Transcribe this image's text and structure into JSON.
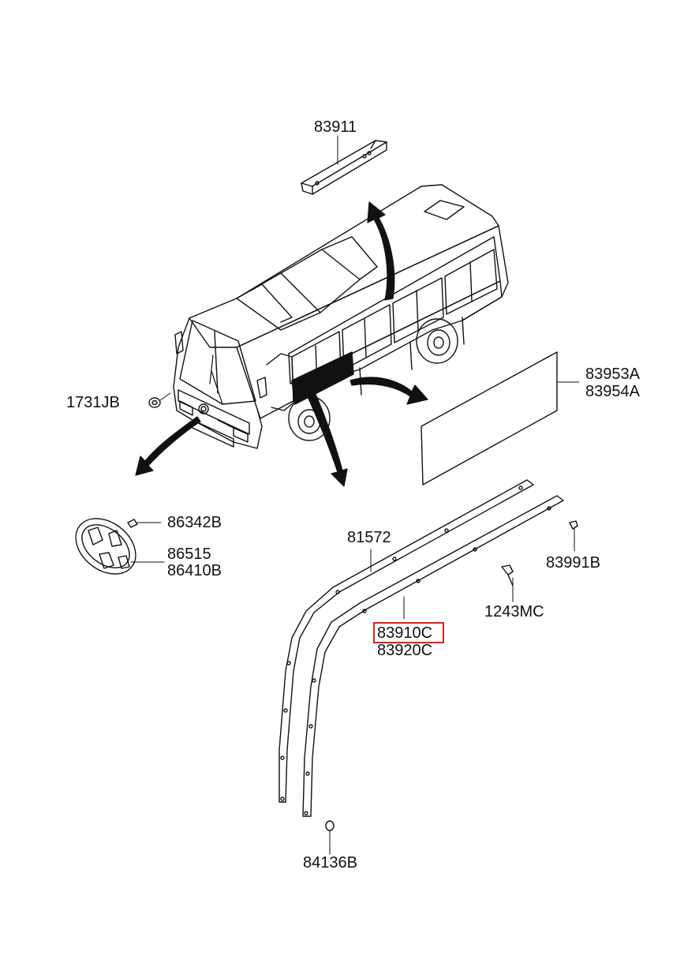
{
  "parts": {
    "roof_rail": "83911",
    "side_glass_upper": "83953A",
    "side_glass_lower": "83954A",
    "grommet": "1731JB",
    "emblem_screw": "86342B",
    "emblem_a": "86515",
    "emblem_b": "86410B",
    "molding_front": "81572",
    "retainer_clip": "83991B",
    "screw": "1243MC",
    "molding_left": "83910C",
    "molding_right": "83920C",
    "bottom_clip": "84136B"
  },
  "highlight": {
    "part": "83910C",
    "color": "#e0201b"
  }
}
